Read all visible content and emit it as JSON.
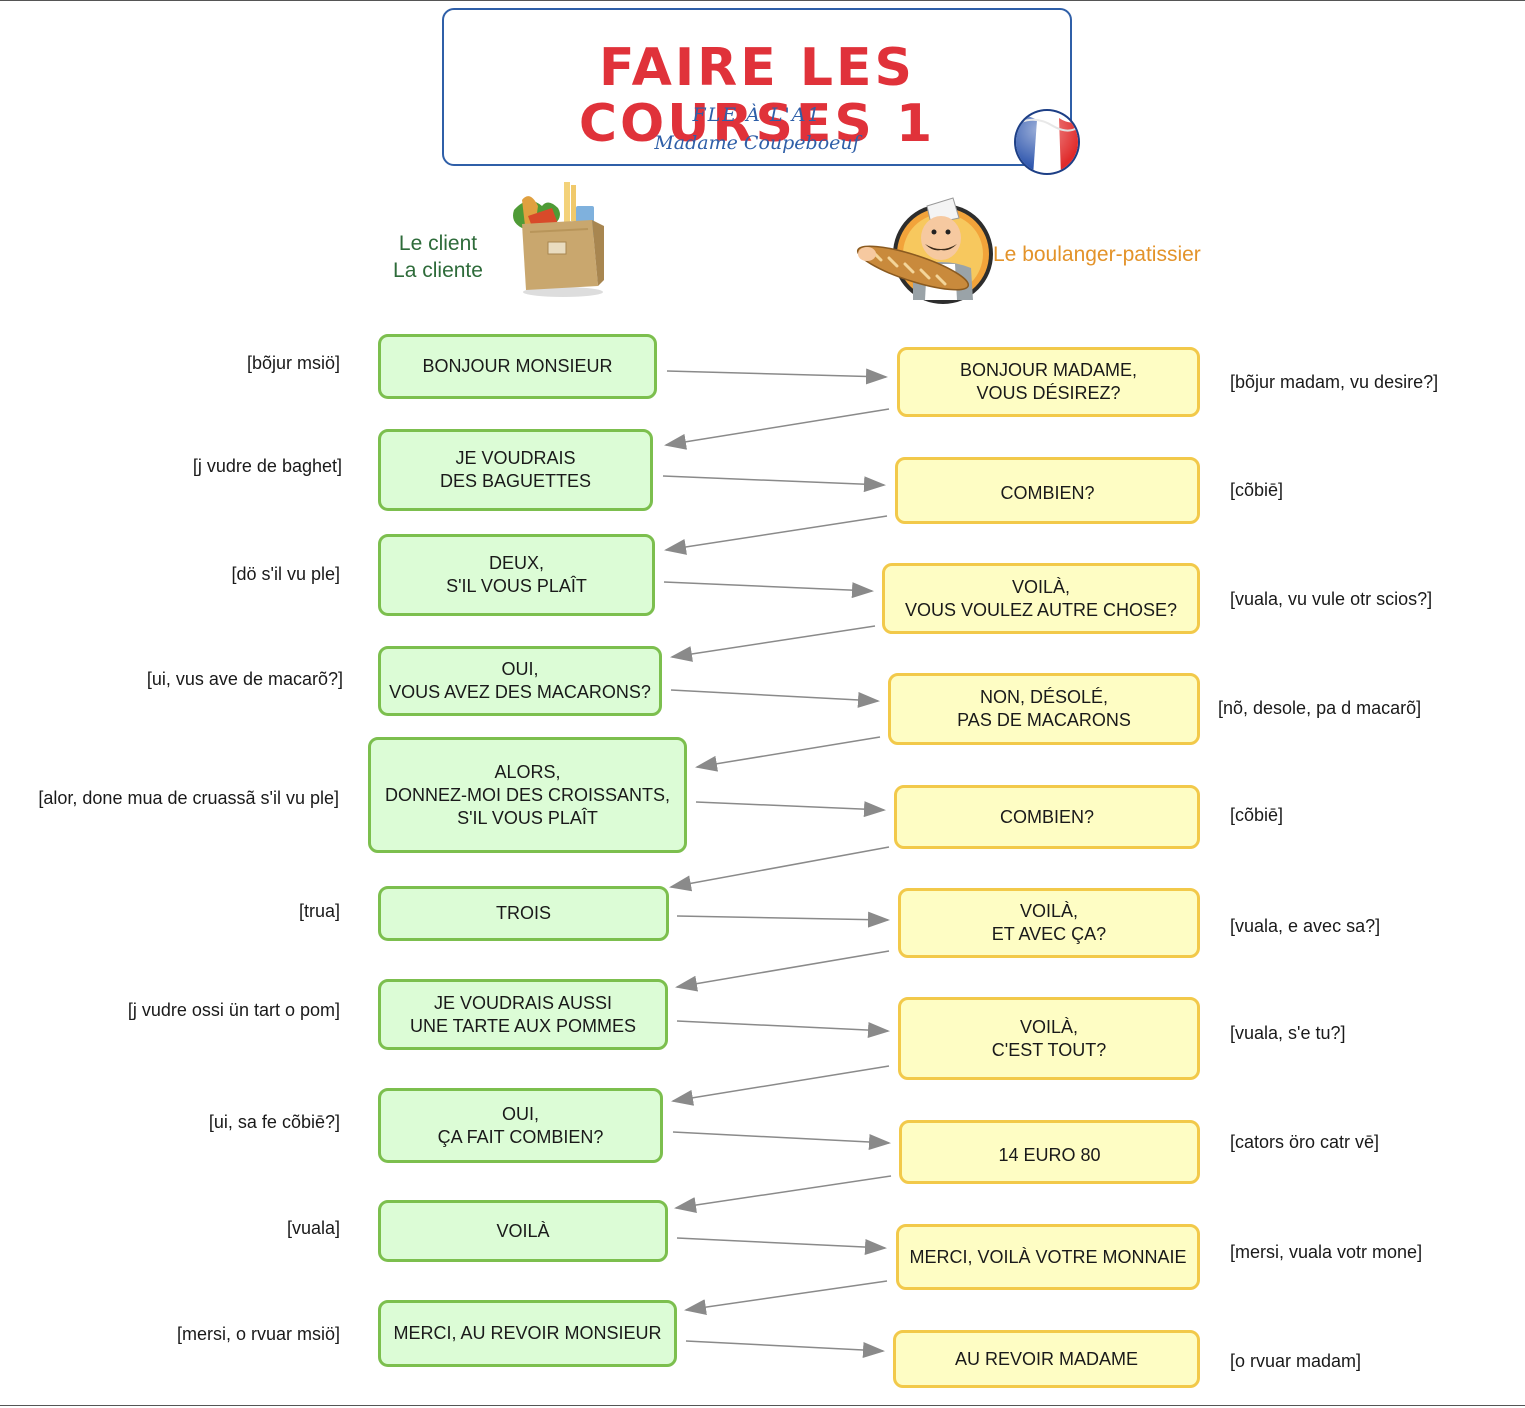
{
  "header": {
    "title": "FAIRE LES COURSES 1",
    "subtitle": "FLE À L'A1",
    "author": "Madame Coupeboeuf"
  },
  "roles": {
    "client_line1": "Le client",
    "client_line2": "La cliente",
    "baker": "Le boulanger-patissier"
  },
  "colors": {
    "title_red": "#e0323a",
    "title_blue": "#2f5fa8",
    "client_fill": "#dcfcd6",
    "client_border": "#7cbf4e",
    "baker_fill": "#fefdc4",
    "baker_border": "#f2c94a",
    "client_role_text": "#2e6b3a",
    "baker_role_text": "#e3932a",
    "arrow": "#888888"
  },
  "icons": {
    "flag": "french-flag-icon",
    "client": "grocery-bag-icon",
    "baker": "baker-with-bread-icon"
  },
  "dialogue": [
    {
      "client": "BONJOUR MONSIEUR",
      "client_phon": "[bõjur msiö]",
      "baker": "BONJOUR MADAME,\nVOUS DÉSIREZ?",
      "baker_phon": "[bõjur madam, vu desire?]"
    },
    {
      "client": "JE VOUDRAIS\nDES BAGUETTES",
      "client_phon": "[j vudre de baghet]",
      "baker": "COMBIEN?",
      "baker_phon": "[cõbiē]"
    },
    {
      "client": "DEUX,\nS'IL VOUS PLAÎT",
      "client_phon": "[dö s'il vu ple]",
      "baker": "VOILÀ,\nVOUS VOULEZ AUTRE CHOSE?",
      "baker_phon": "[vuala, vu vule otr scios?]"
    },
    {
      "client": "OUI,\nVOUS AVEZ DES MACARONS?",
      "client_phon": "[ui, vus ave de macarõ?]",
      "baker": "NON, DÉSOLÉ,\nPAS DE MACARONS",
      "baker_phon": "[nõ, desole, pa d macarõ]"
    },
    {
      "client": "ALORS,\nDONNEZ-MOI DES CROISSANTS,\nS'IL VOUS PLAÎT",
      "client_phon": "[alor, done mua de cruassã s'il vu ple]",
      "baker": "COMBIEN?",
      "baker_phon": "[cõbiē]"
    },
    {
      "client": "TROIS",
      "client_phon": "[trua]",
      "baker": "VOILÀ,\nET AVEC ÇA?",
      "baker_phon": "[vuala, e avec sa?]"
    },
    {
      "client": "JE VOUDRAIS AUSSI\nUNE TARTE AUX POMMES",
      "client_phon": "[j vudre ossi ün tart o pom]",
      "baker": "VOILÀ,\nC'EST TOUT?",
      "baker_phon": "[vuala, s'e tu?]"
    },
    {
      "client": "OUI,\nÇA FAIT COMBIEN?",
      "client_phon": "[ui, sa fe cõbiē?]",
      "baker": "14 EURO 80",
      "baker_phon": "[cators öro catr vē]"
    },
    {
      "client": "VOILÀ",
      "client_phon": "[vuala]",
      "baker": "MERCI, VOILÀ VOTRE MONNAIE",
      "baker_phon": "[mersi, vuala votr mone]"
    },
    {
      "client": "MERCI, AU REVOIR MONSIEUR",
      "client_phon": "[mersi, o rvuar msiö]",
      "baker": "AU REVOIR MADAME",
      "baker_phon": "[o rvuar madam]"
    }
  ]
}
